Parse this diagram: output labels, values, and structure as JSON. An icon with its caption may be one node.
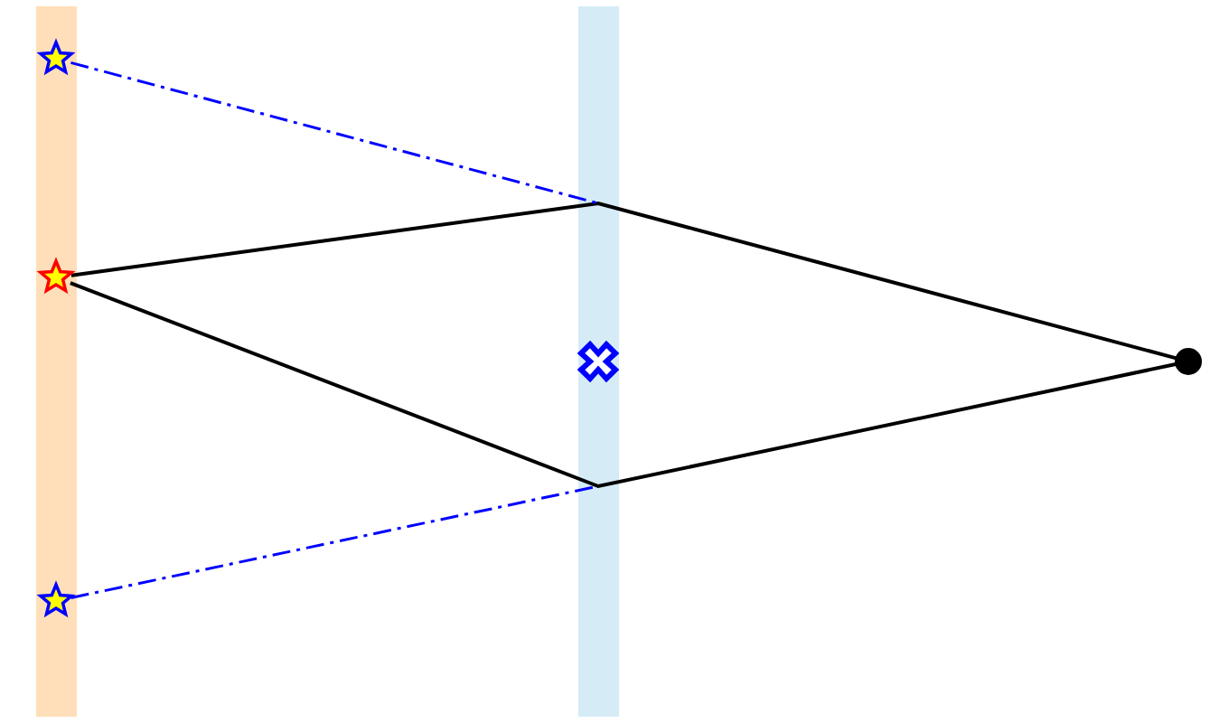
{
  "diagram": {
    "nodes": [
      {
        "text": [],
        "shape": "bar"
      },
      {
        "text": [],
        "shape": "star",
        "in": 0
      },
      {
        "text": [],
        "shape": "star",
        "in": 0
      },
      {
        "text": [],
        "shape": "star",
        "in": 0
      },
      {
        "text": [],
        "shape": "bar"
      },
      {
        "text": [],
        "shape": "cross",
        "in": 4
      },
      {
        "text": [],
        "shape": "circle"
      }
    ],
    "edges": [
      {
        "from": 2,
        "to": 6,
        "arrow": "none"
      },
      {
        "from": 2,
        "to": 6,
        "arrow": "none"
      },
      {
        "from": 1,
        "to": null,
        "arrow": "none",
        "style": "dashed",
        "color": "#0000ff"
      },
      {
        "from": 3,
        "to": null,
        "arrow": "none",
        "style": "dashed",
        "color": "#0000ff"
      }
    ]
  }
}
